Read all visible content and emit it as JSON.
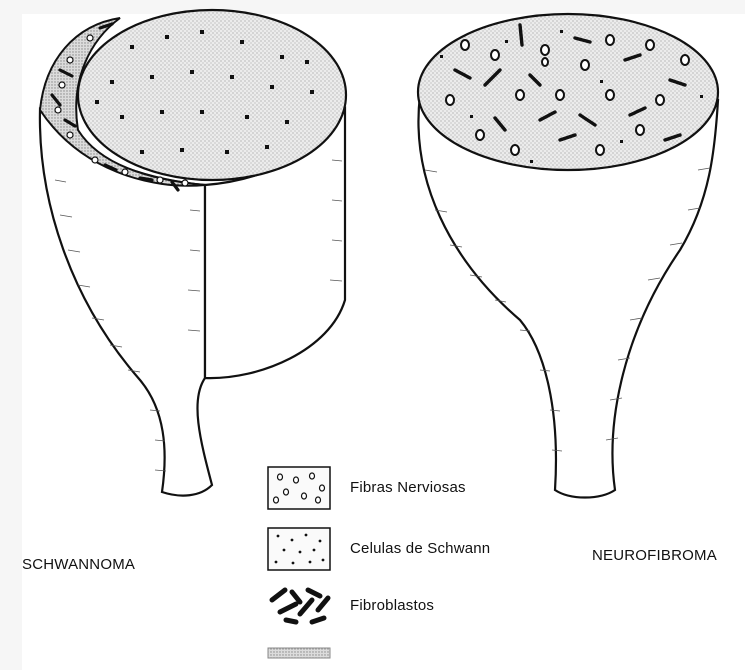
{
  "diagram": {
    "left_caption": "SCHWANNOMA",
    "right_caption": "NEUROFIBROMA",
    "legend": [
      {
        "label": "Fibras Nerviosas",
        "pattern": "circles-icon"
      },
      {
        "label": "Celulas de Schwann",
        "pattern": "dots-icon"
      },
      {
        "label": "Fibroblastos",
        "pattern": "bars-icon"
      },
      {
        "label": "",
        "pattern": "stipple-icon"
      }
    ]
  },
  "colors": {
    "ink": "#111111",
    "paper": "#ffffff",
    "frame": "#f4f4f4",
    "stipple": "#e6e6e6"
  }
}
